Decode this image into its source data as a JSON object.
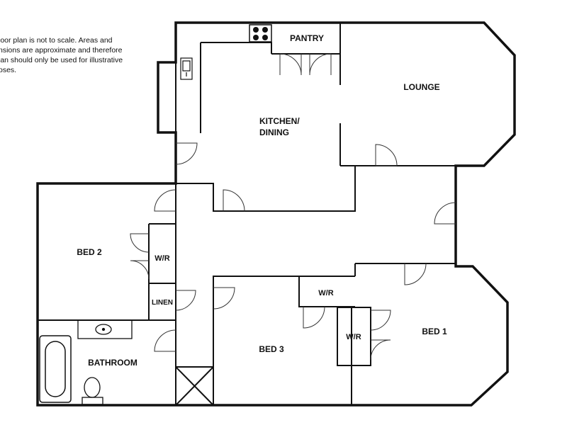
{
  "disclaimer": {
    "lines": [
      "loor plan is not to scale. Areas and",
      "nsions are approximate and therefore",
      "lan should only be used for illustrative",
      "oses."
    ]
  },
  "rooms": {
    "pantry": "PANTRY",
    "lounge": "LOUNGE",
    "kitchen_line1": "KITCHEN/",
    "kitchen_line2": "DINING",
    "bed2": "BED 2",
    "wr_bed2": "W/R",
    "linen": "LINEN",
    "bathroom": "BATHROOM",
    "bed3": "BED 3",
    "wr_bed3": "W/R",
    "wr_bed1": "W/R",
    "bed1": "BED 1"
  }
}
